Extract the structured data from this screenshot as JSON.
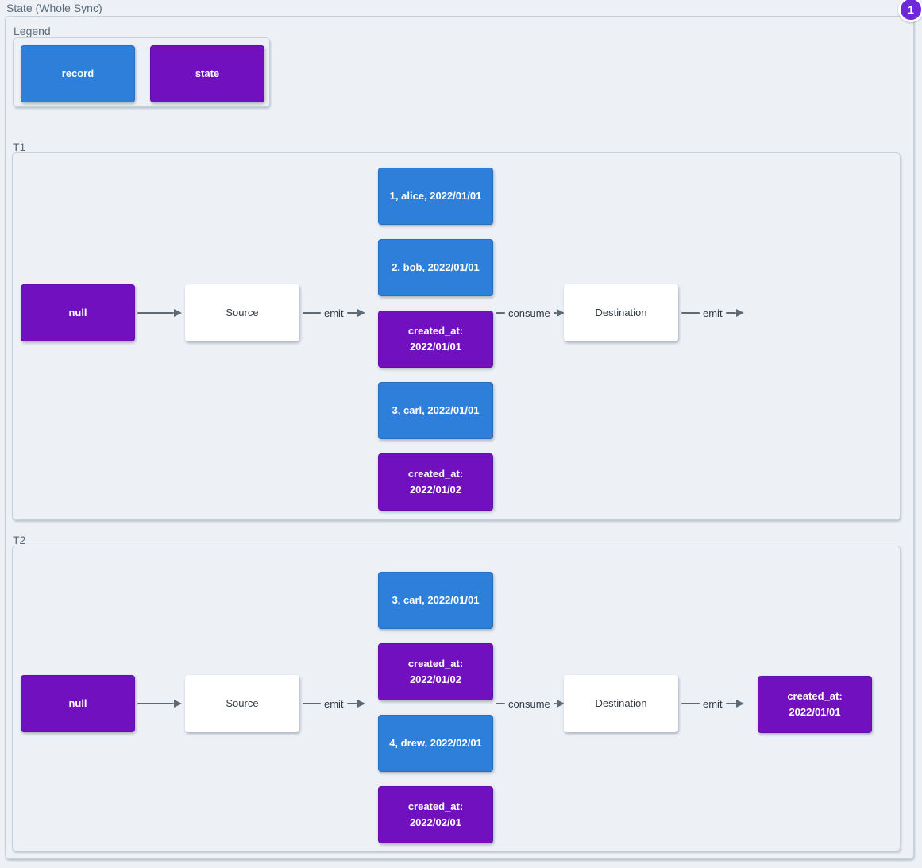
{
  "page": {
    "title": "State (Whole Sync)",
    "badge": "1"
  },
  "colors": {
    "record": "#2e7fd9",
    "state": "#7110bf",
    "badge": "#6d28d9",
    "background": "#edf1f6"
  },
  "legend": {
    "label": "Legend",
    "items": [
      {
        "label": "record",
        "type": "record"
      },
      {
        "label": "state",
        "type": "state"
      }
    ]
  },
  "timelines": [
    {
      "label": "T1",
      "input": {
        "label": "null",
        "type": "state"
      },
      "source": {
        "label": "Source"
      },
      "emit_label": "emit",
      "stack": [
        {
          "label": "1, alice, 2022/01/01",
          "type": "record"
        },
        {
          "label": "2, bob, 2022/01/01",
          "type": "record"
        },
        {
          "label": "created_at:\n2022/01/01",
          "type": "state"
        },
        {
          "label": "3, carl, 2022/01/01",
          "type": "record"
        },
        {
          "label": "created_at:\n2022/01/02",
          "type": "state"
        }
      ],
      "consume_label": "consume",
      "destination": {
        "label": "Destination"
      },
      "emit2_label": "emit"
    },
    {
      "label": "T2",
      "input": {
        "label": "null",
        "type": "state"
      },
      "source": {
        "label": "Source"
      },
      "emit_label": "emit",
      "stack": [
        {
          "label": "3, carl, 2022/01/01",
          "type": "record"
        },
        {
          "label": "created_at:\n2022/01/02",
          "type": "state"
        },
        {
          "label": "4, drew, 2022/02/01",
          "type": "record"
        },
        {
          "label": "created_at:\n2022/02/01",
          "type": "state"
        }
      ],
      "consume_label": "consume",
      "destination": {
        "label": "Destination"
      },
      "emit2_label": "emit",
      "output": {
        "label": "created_at:\n2022/01/01",
        "type": "state"
      }
    }
  ]
}
